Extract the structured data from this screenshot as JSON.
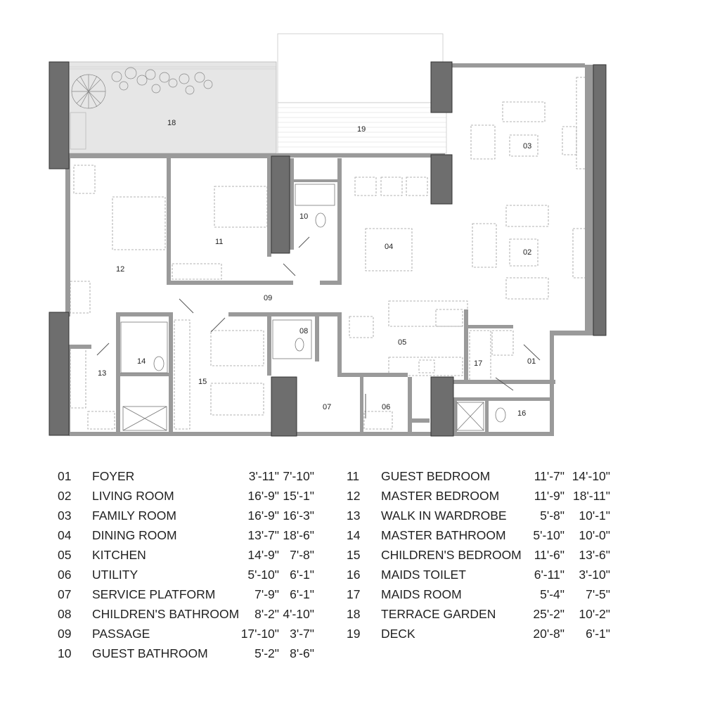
{
  "plan": {
    "room_labels": [
      {
        "id": "01",
        "label": "01"
      },
      {
        "id": "02",
        "label": "02"
      },
      {
        "id": "03",
        "label": "03"
      },
      {
        "id": "04",
        "label": "04"
      },
      {
        "id": "05",
        "label": "05"
      },
      {
        "id": "06",
        "label": "06"
      },
      {
        "id": "07",
        "label": "07"
      },
      {
        "id": "08",
        "label": "08"
      },
      {
        "id": "09",
        "label": "09"
      },
      {
        "id": "10",
        "label": "10"
      },
      {
        "id": "11",
        "label": "11"
      },
      {
        "id": "12",
        "label": "12"
      },
      {
        "id": "13",
        "label": "13"
      },
      {
        "id": "14",
        "label": "14"
      },
      {
        "id": "15",
        "label": "15"
      },
      {
        "id": "16",
        "label": "16"
      },
      {
        "id": "17",
        "label": "17"
      },
      {
        "id": "18",
        "label": "18"
      },
      {
        "id": "19",
        "label": "19"
      }
    ]
  },
  "legend": {
    "left": [
      {
        "num": "01",
        "name": "FOYER",
        "dim1": "3'-11\"",
        "dim2": "7'-10\""
      },
      {
        "num": "02",
        "name": "LIVING ROOM",
        "dim1": "16'-9\"",
        "dim2": "15'-1\""
      },
      {
        "num": "03",
        "name": "FAMILY ROOM",
        "dim1": "16'-9\"",
        "dim2": "16'-3\""
      },
      {
        "num": "04",
        "name": "DINING ROOM",
        "dim1": "13'-7\"",
        "dim2": "18'-6\""
      },
      {
        "num": "05",
        "name": "KITCHEN",
        "dim1": "14'-9\"",
        "dim2": "7'-8\""
      },
      {
        "num": "06",
        "name": "UTILITY",
        "dim1": "5'-10\"",
        "dim2": "6'-1\""
      },
      {
        "num": "07",
        "name": "SERVICE PLATFORM",
        "dim1": "7'-9\"",
        "dim2": "6'-1\""
      },
      {
        "num": "08",
        "name": "CHILDREN'S BATHROOM",
        "dim1": "8'-2\"",
        "dim2": "4'-10\""
      },
      {
        "num": "09",
        "name": "PASSAGE",
        "dim1": "17'-10\"",
        "dim2": "3'-7\""
      },
      {
        "num": "10",
        "name": "GUEST BATHROOM",
        "dim1": "5'-2\"",
        "dim2": "8'-6\""
      }
    ],
    "right": [
      {
        "num": "11",
        "name": "GUEST BEDROOM",
        "dim1": "11'-7\"",
        "dim2": "14'-10\""
      },
      {
        "num": "12",
        "name": "MASTER BEDROOM",
        "dim1": "11'-9\"",
        "dim2": "18'-11\""
      },
      {
        "num": "13",
        "name": "WALK IN WARDROBE",
        "dim1": "5'-8\"",
        "dim2": "10'-1\""
      },
      {
        "num": "14",
        "name": "MASTER BATHROOM",
        "dim1": "5'-10\"",
        "dim2": "10'-0\""
      },
      {
        "num": "15",
        "name": "CHILDREN'S BEDROOM",
        "dim1": "11'-6\"",
        "dim2": "13'-6\""
      },
      {
        "num": "16",
        "name": "MAIDS TOILET",
        "dim1": "6'-11\"",
        "dim2": "3'-10\""
      },
      {
        "num": "17",
        "name": "MAIDS ROOM",
        "dim1": "5'-4\"",
        "dim2": "7'-5\""
      },
      {
        "num": "18",
        "name": "TERRACE GARDEN",
        "dim1": "25'-2\"",
        "dim2": "10'-2\""
      },
      {
        "num": "19",
        "name": "DECK",
        "dim1": "20'-8\"",
        "dim2": "6'-1\""
      }
    ]
  }
}
